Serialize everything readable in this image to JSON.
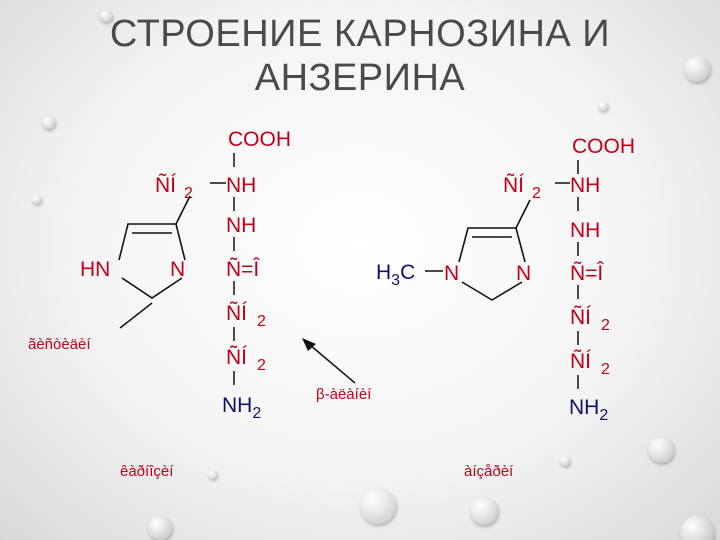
{
  "title": "СТРОЕНИЕ КАРНОЗИНА И АНЗЕРИНА",
  "carnosine": {
    "cooh": "COOH",
    "ch_a": "ÑÍ",
    "ch_a_sub": "2",
    "nh_a": "NH",
    "nh_b": "NH",
    "n_eq": "Ñ=Î",
    "ch_b": "ÑÍ",
    "ch_b_sub": "2",
    "ch_c": "ÑÍ",
    "ch_c_sub": "2",
    "nh2": "NH",
    "nh2_sub": "2",
    "ring_hn": "HN",
    "ring_n": "N",
    "side_label": "ãèñòèäèí",
    "bottom_label": "êàðíîçèí"
  },
  "anserine": {
    "cooh": "COOH",
    "ch_a": "ÑÍ",
    "ch_a_sub": "2",
    "nh_a": "NH",
    "nh_b": "NH",
    "n_eq": "Ñ=Î",
    "ch_b": "ÑÍ",
    "ch_b_sub": "2",
    "ch_c": "ÑÍ",
    "ch_c_sub": "2",
    "nh2": "NH",
    "nh2_sub": "2",
    "methyl": "H",
    "methyl_sub": "3",
    "methyl_c": "C",
    "ring_n1": "N",
    "ring_n2": "N",
    "bottom_label": "àíçåðèí"
  },
  "beta_label": "β-àëàíèí"
}
